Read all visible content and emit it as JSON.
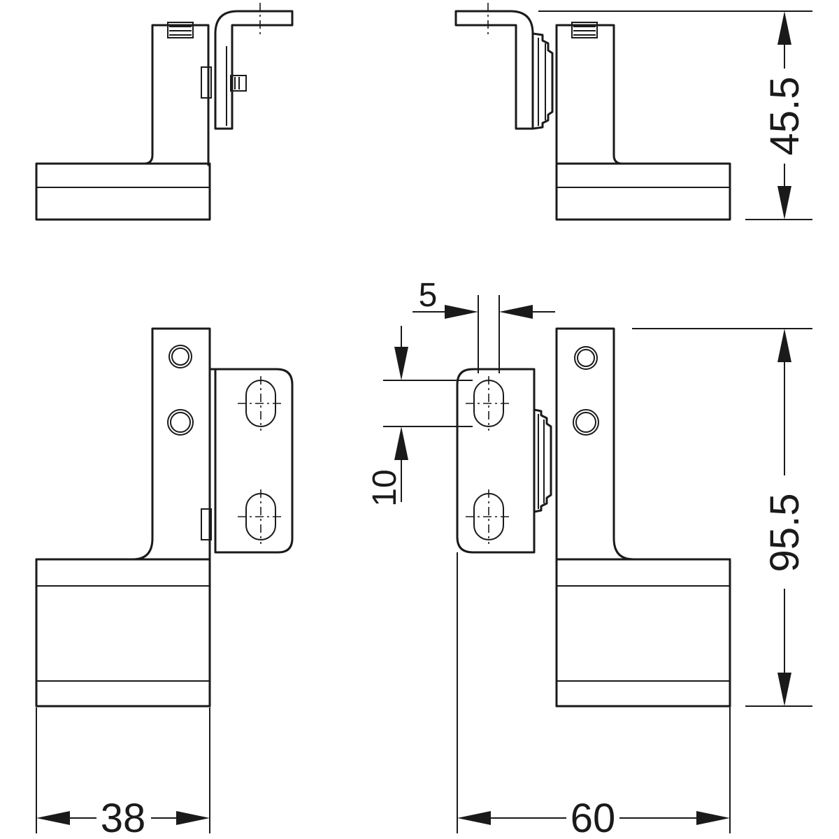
{
  "dimensions": {
    "width_left": "38",
    "width_right": "60",
    "height_top": "45.5",
    "height_bottom": "95.5",
    "slot_offset": "5",
    "slot_spacing": "10"
  }
}
